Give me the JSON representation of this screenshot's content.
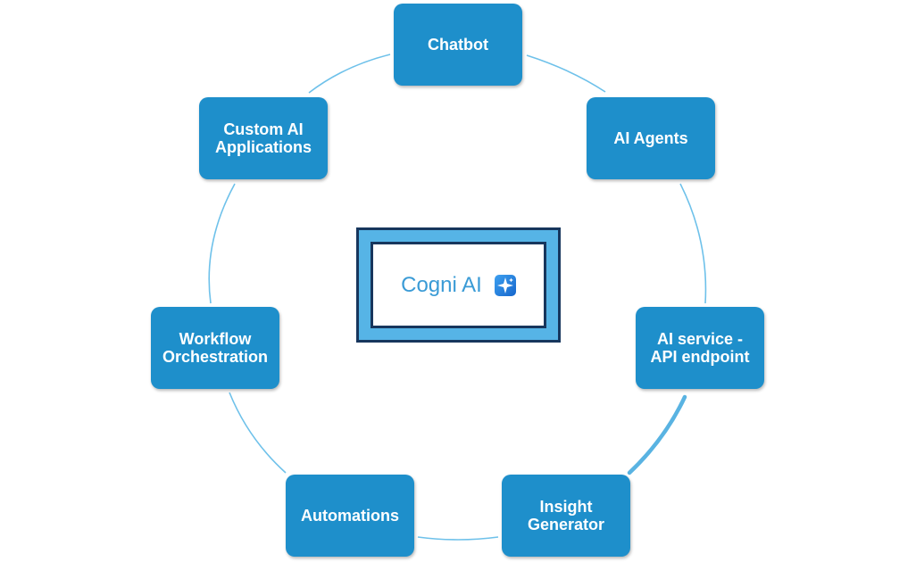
{
  "center": {
    "label": "Cogni AI",
    "icon": "sparkle-icon"
  },
  "nodes": [
    {
      "id": "chatbot",
      "label": "Chatbot"
    },
    {
      "id": "ai-agents",
      "label": "AI Agents"
    },
    {
      "id": "api-endpoint",
      "label": "AI service -\nAPI endpoint"
    },
    {
      "id": "insight-generator",
      "label": "Insight\nGenerator"
    },
    {
      "id": "automations",
      "label": "Automations"
    },
    {
      "id": "workflow-orchestration",
      "label": "Workflow\nOrchestration"
    },
    {
      "id": "custom-ai-applications",
      "label": "Custom AI\nApplications"
    }
  ],
  "colors": {
    "node_fill": "#1e8fcb",
    "node_text": "#ffffff",
    "ring": "#6ec1ea",
    "center_frame": "#56b4e6",
    "center_border": "#17365d",
    "center_text": "#3a9bd6"
  }
}
